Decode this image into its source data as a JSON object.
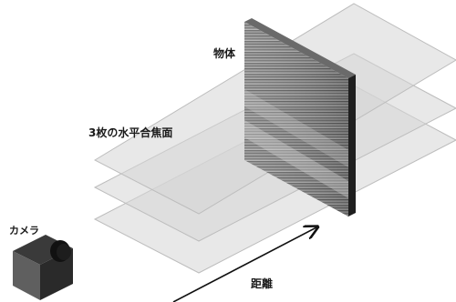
{
  "labels": {
    "object": "物体",
    "planes": "3枚の水平合焦面",
    "camera": "カメラ",
    "distance": "距離"
  },
  "colors": {
    "plane_fill": "#d6d6d6",
    "plane_stroke": "#bdbdbd",
    "object_face": "#8a8a8a",
    "object_side": "#222222",
    "camera_body": "#5a5a5a",
    "camera_lens": "#111111",
    "arrow": "#111111"
  },
  "icons": {
    "camera": "camera-icon",
    "arrow": "arrow-icon"
  }
}
